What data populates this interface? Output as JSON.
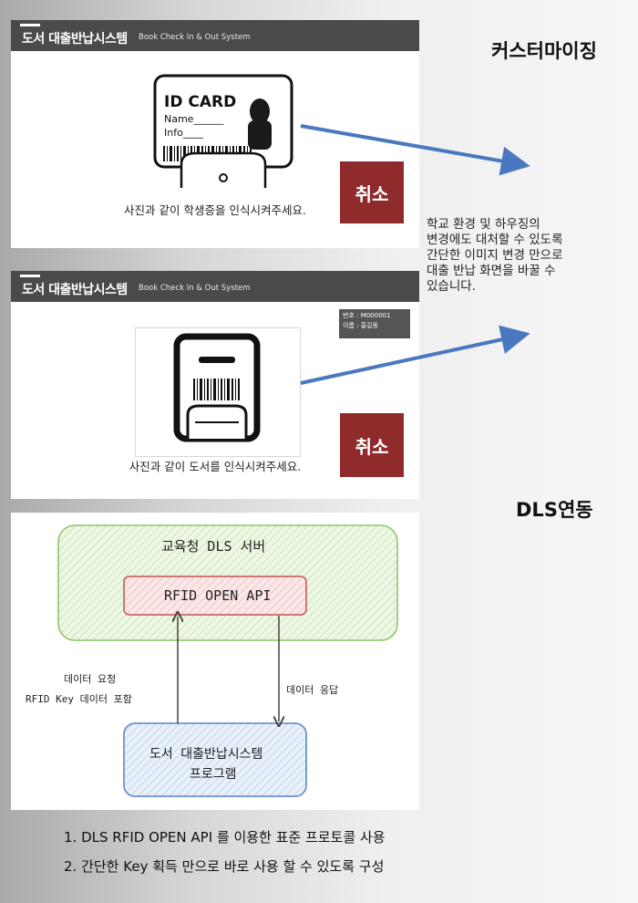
{
  "screen1": {
    "title": "도서 대출반납시스템",
    "subtitle": "Book Check In & Out System",
    "card": {
      "title": "ID CARD",
      "line1": "Name______",
      "line2": "Info____"
    },
    "guide": "사진과 같이 학생증을 인식시켜주세요.",
    "cancel": "취소"
  },
  "screen2": {
    "title": "도서 대출반납시스템",
    "subtitle": "Book Check In & Out System",
    "info_number": "번호 : M000001",
    "info_name": "이름 : 홍길동",
    "guide": "사진과 같이 도서를 인식시켜주세요.",
    "cancel": "취소"
  },
  "customizing": {
    "heading": "커스터마이징",
    "lines": [
      "학교 환경 및 하우징의",
      "변경에도 대처할 수 있도록",
      "간단한 이미지 변경 만으로",
      "대출 반납 화면을 바꿀 수",
      "있습니다."
    ]
  },
  "dls": {
    "heading": "DLS연동",
    "server_label": "교육청 DLS 서버",
    "api_label": "RFID OPEN API",
    "request_line1": "데이터 요청",
    "request_line2": "RFID Key 데이터 포함",
    "response": "데이터 응답",
    "program_line1": "도서 대출반납시스템",
    "program_line2": "프로그램"
  },
  "notes": [
    "1. DLS RFID OPEN API 를 이용한 표준 프로토콜 사용",
    "2. 간단한 Key 획득 만으로 바로 사용 할 수 있도록 구성"
  ],
  "colors": {
    "title_bar": "#4a4a4a",
    "cancel_button": "#8f2b2b",
    "arrow": "#4a78c0",
    "server_box": "#e6f2dc",
    "api_box": "#f6d7d7",
    "program_box": "#dbe7f7"
  }
}
